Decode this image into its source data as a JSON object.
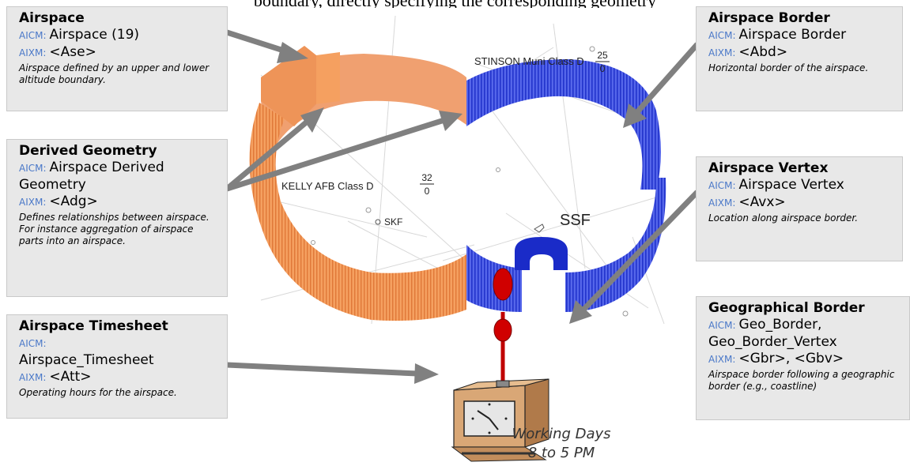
{
  "top_text": "boundary, directly specifying the corresponding geometry",
  "cards": {
    "airspace": {
      "title": "Airspace",
      "aicm_label": "AICM:",
      "aicm_value": "Airspace (19)",
      "aixm_label": "AIXM:",
      "aixm_value": "<Ase>",
      "description": "Airspace defined by an upper and lower altitude boundary."
    },
    "derived": {
      "title": "Derived Geometry",
      "aicm_label": "AICM:",
      "aicm_value": "Airspace Derived Geometry",
      "aixm_label": "AIXM:",
      "aixm_value": "<Adg>",
      "description": "Defines relationships between airspace. For instance aggregation of airspace parts into an airspace."
    },
    "timesheet": {
      "title": "Airspace Timesheet",
      "aicm_label": "AICM:",
      "aicm_value": "Airspace_Timesheet",
      "aixm_label": "AIXM:",
      "aixm_value": "<Att>",
      "description": "Operating hours for the airspace."
    },
    "border": {
      "title": "Airspace Border",
      "aicm_label": "AICM:",
      "aicm_value": "Airspace Border",
      "aixm_label": "AIXM:",
      "aixm_value": "<Abd>",
      "description": "Horizontal border of the airspace."
    },
    "vertex": {
      "title": "Airspace Vertex",
      "aicm_label": "AICM:",
      "aicm_value": "Airspace Vertex",
      "aixm_label": "AIXM:",
      "aixm_value": "<Avx>",
      "description": "Location along airspace border."
    },
    "geo": {
      "title": "Geographical Border",
      "aicm_label": "AICM:",
      "aicm_value": "Geo_Border, Geo_Border_Vertex",
      "aixm_label": "AIXM:",
      "aixm_value": "<Gbr>, <Gbv>",
      "description": "Airspace border following a geographic border (e.g., coastline)"
    }
  },
  "map": {
    "stinson_label": "STINSON Muni Class D",
    "stinson_upper": "25",
    "stinson_lower": "0",
    "kelly_label": "KELLY AFB Class D",
    "kelly_upper": "32",
    "kelly_lower": "0",
    "skf_label": "SKF",
    "ssf_label": "SSF"
  },
  "caption": {
    "line1": "Working Days",
    "line2": "8 to 5 PM"
  },
  "colors": {
    "orange": "#f5a060",
    "orange_dark": "#e07838",
    "blue": "#4d5fe6",
    "blue_dark": "#1a2bc8",
    "arrow": "#808080",
    "card_bg": "#e8e8e8",
    "label_blue": "#4a78c8"
  }
}
